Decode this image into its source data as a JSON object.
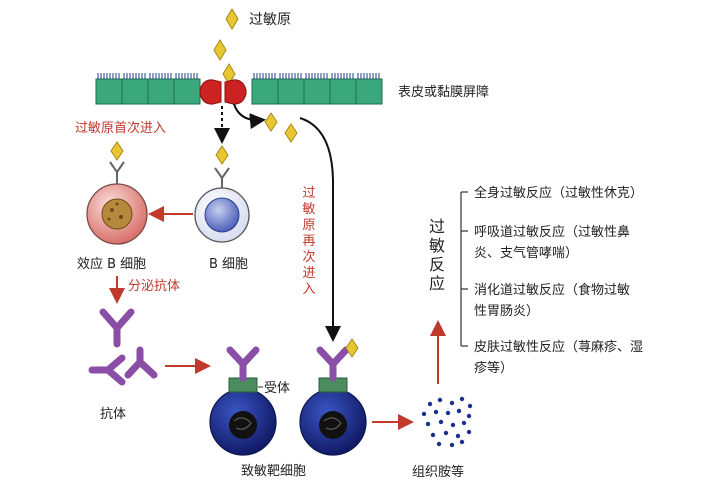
{
  "labels": {
    "allergen": "过敏原",
    "barrier": "表皮或黏膜屏障",
    "first_entry": "过敏原首次进入",
    "second_entry": [
      "过",
      "敏",
      "原",
      "再",
      "次",
      "进",
      "入"
    ],
    "effector_b": "效应 B 细胞",
    "b_cell": "B 细胞",
    "secrete_antibody": "分泌抗体",
    "antibody": "抗体",
    "receptor": "受体",
    "target_cell": "致敏靶细胞",
    "histamine": "组织胺等",
    "reaction_title": [
      "过",
      "敏",
      "反",
      "应"
    ]
  },
  "reactions": [
    {
      "lines": [
        "全身过敏反应（过敏性休克）"
      ]
    },
    {
      "lines": [
        "呼吸道过敏反应（过敏性鼻",
        "炎、支气管哮喘）"
      ]
    },
    {
      "lines": [
        "消化道过敏反应（食物过敏",
        "性胃肠炎）"
      ]
    },
    {
      "lines": [
        "皮肤过敏性反应（荨麻疹、湿",
        "疹等）"
      ]
    }
  ],
  "colors": {
    "barrier_fill": "#3aa87c",
    "cilia": "#1c3f8a",
    "allergen": "#e8c633",
    "antibody": "#8b4ea6",
    "receptor": "#4a8c5e",
    "arrow_red": "#c0392b",
    "text_red": "#c0392b",
    "gate": "#cc2222",
    "target_cell": "#1a2f8f",
    "effector_cell": "#e9a09a",
    "b_cell": "#9aa8dc"
  }
}
